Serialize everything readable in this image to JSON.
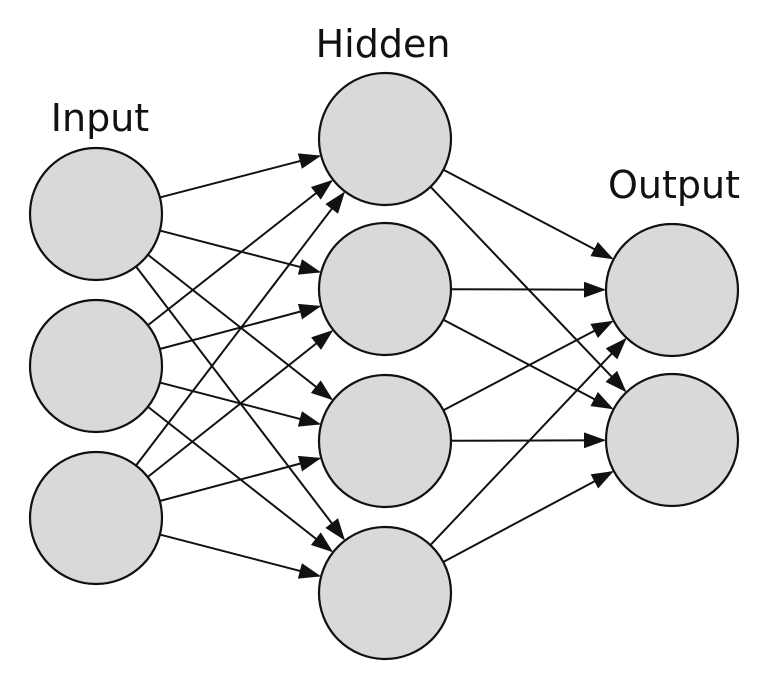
{
  "diagram": {
    "type": "neural-network",
    "colors": {
      "node_fill": "#d9d9d9",
      "node_stroke": "#111111",
      "edge": "#111111",
      "background": "#ffffff"
    },
    "layers": [
      {
        "id": "input",
        "label": "Input",
        "nodes": 3
      },
      {
        "id": "hidden",
        "label": "Hidden",
        "nodes": 4
      },
      {
        "id": "output",
        "label": "Output",
        "nodes": 2
      }
    ],
    "connections": "fully-connected"
  }
}
